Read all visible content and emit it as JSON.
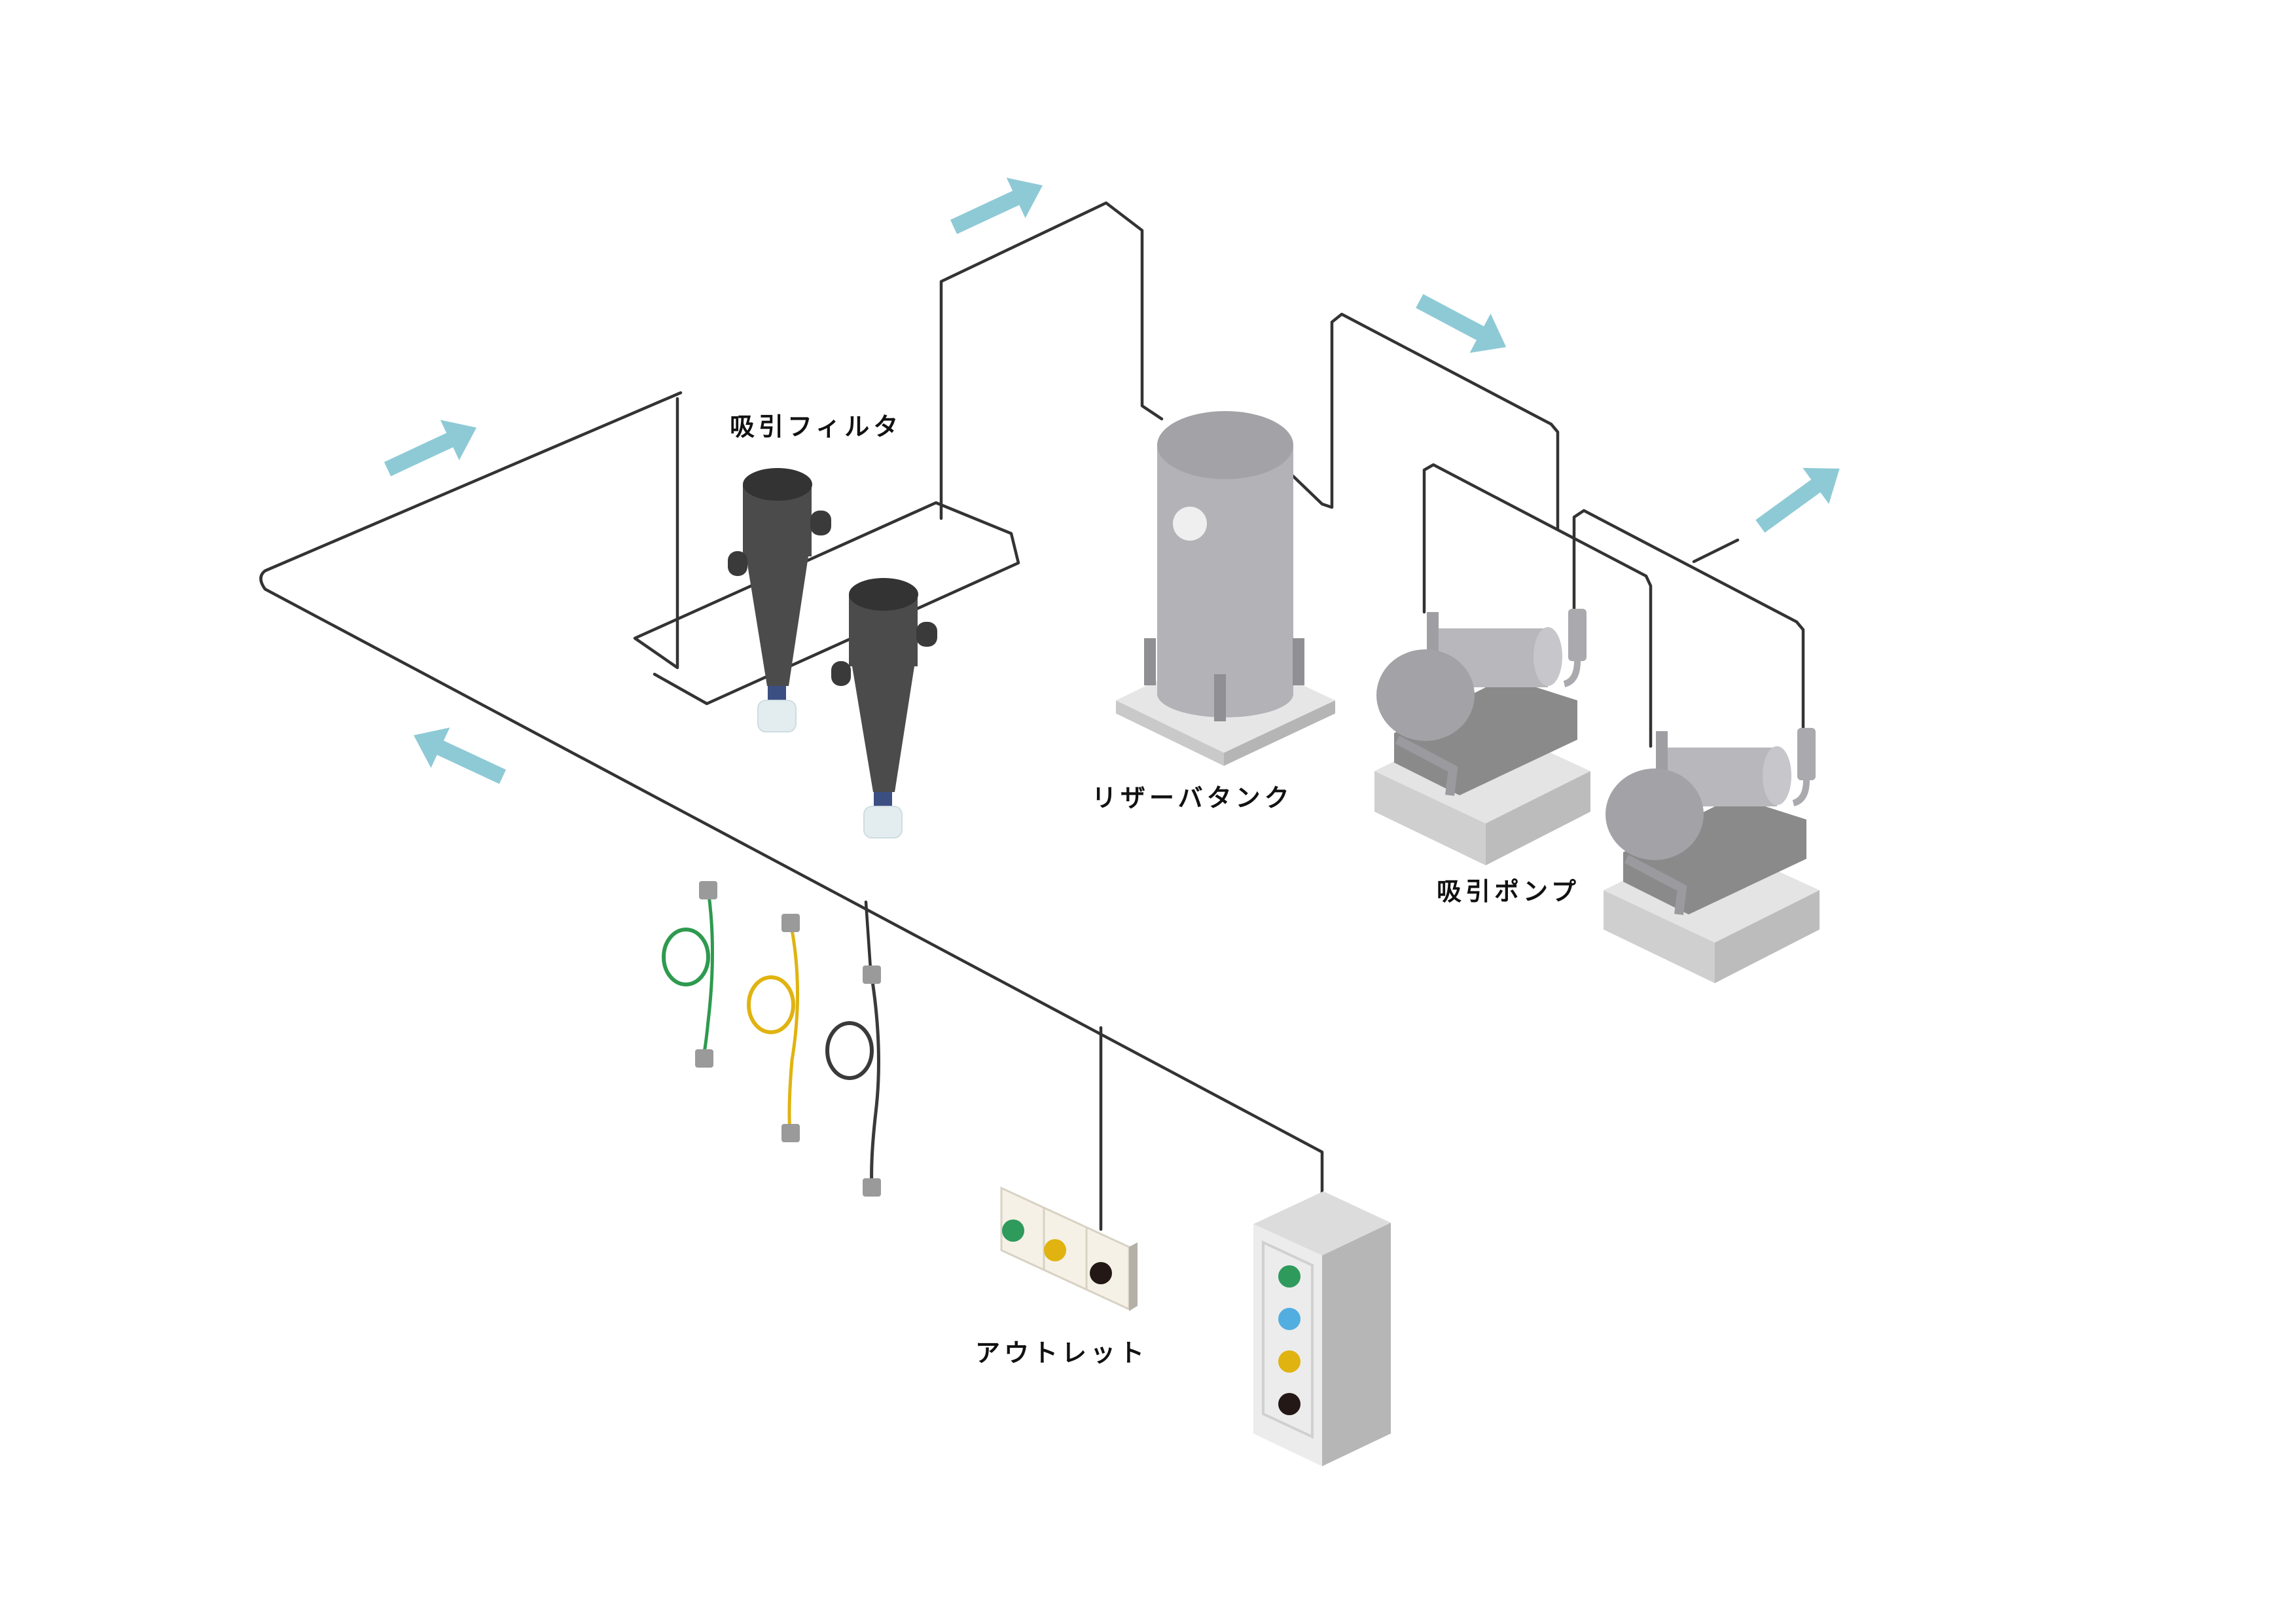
{
  "labels": {
    "suction_filter": "吸引フィルタ",
    "reservoir_tank": "リザーバタンク",
    "suction_pump": "吸引ポンプ",
    "outlet": "アウトレット"
  },
  "colors": {
    "pipe": "#333333",
    "arrow": "#8ecad6",
    "filter_body": "#4b4b4b",
    "filter_top": "#333333",
    "tank_body": "#b2b2b7",
    "tank_top": "#a2a2a7",
    "pump_gray": "#a9a9ae",
    "base_top": "#e6e6e6",
    "base_side": "#cacaca",
    "hose_green": "#2e9a4f",
    "hose_yellow": "#e0b310",
    "hose_black": "#3a3a3a",
    "dot_green": "#2e9a5c",
    "dot_blue": "#52aee0",
    "dot_yellow": "#e0b310",
    "dot_black": "#231815"
  },
  "icons": {
    "flow_arrow": "arrow-icon",
    "outlet_panel": "outlet-icon",
    "control_panel": "control-panel-icon"
  }
}
